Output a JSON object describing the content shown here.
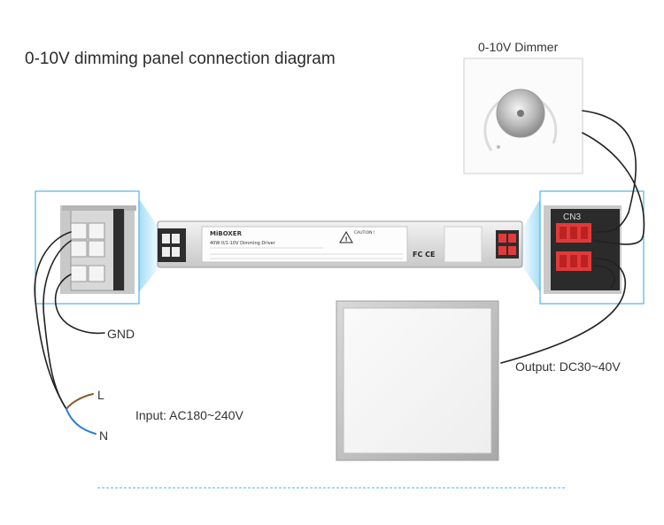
{
  "title": "0-10V dimming panel connection diagram",
  "dimmer_label": "0-10V Dimmer",
  "labels": {
    "gnd": "GND",
    "live": "L",
    "neutral": "N",
    "input": "Input: AC180~240V",
    "output": "Output: DC30~40V",
    "cn3": "CN3"
  },
  "driver": {
    "brand": "MiBOXER",
    "model_line": "40W 0/1-10V Dimming Driver",
    "caution": "CAUTION !",
    "fcc_ce": "FC CE"
  },
  "colors": {
    "wire": "#222222",
    "live_wire": "#8b5a2b",
    "neutral_wire": "#2b7fd6",
    "highlight_box": "#4fb3e6",
    "dashed_line": "#4fb3e6"
  }
}
